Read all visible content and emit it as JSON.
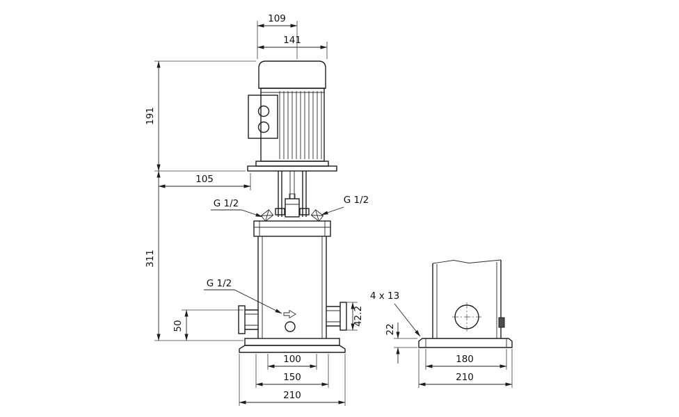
{
  "front": {
    "dim_motor_top_width": "109",
    "dim_motor_width": "141",
    "dim_motor_height": "191",
    "dim_offset": "105",
    "dim_pump_height": "311",
    "vent_left_label": "G 1/2",
    "vent_right_label": "G 1/2",
    "drain_label": "G 1/2",
    "dim_port_height": "50",
    "dim_port_size": "42.2",
    "dim_base_holes": "100",
    "dim_base_feet": "150",
    "dim_base_width": "210"
  },
  "side": {
    "slot_label": "4 x 13",
    "dim_base_height": "22",
    "dim_slot_spacing": "180",
    "dim_base_width": "210"
  }
}
